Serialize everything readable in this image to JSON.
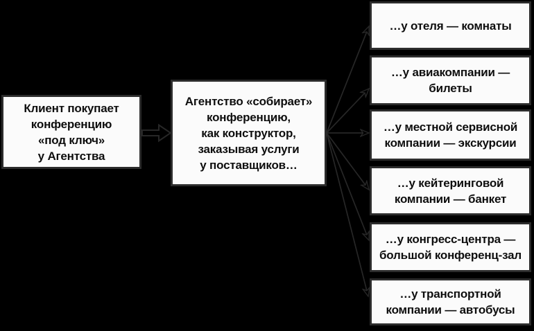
{
  "colors": {
    "bg": "#000000",
    "box-fill": "#fbfbfb",
    "box-border": "#2c2c2c",
    "arrow": "#272727",
    "text": "#0e0e0e"
  },
  "diagram": {
    "type": "flowchart",
    "description": "Conference agency aggregating supplier services",
    "client_box": {
      "text": "Клиент покупает\nконференцию\n«под ключ»\nу Агентства"
    },
    "agency_box": {
      "text": "Агентство «собирает»\nконференцию,\nкак конструктор,\nзаказывая услуги\nу поставщиков…"
    },
    "suppliers": [
      {
        "id": "hotel",
        "text": "…у отеля — комнаты"
      },
      {
        "id": "airline",
        "text": "…у авиакомпании —\nбилеты"
      },
      {
        "id": "local-service",
        "text": "…у местной сервисной\nкомпании — экскурсии"
      },
      {
        "id": "catering",
        "text": "…у кейтеринговой\nкомпании — банкет"
      },
      {
        "id": "congress-center",
        "text": "…у конгресс-центра —\nбольшой конференц-зал"
      },
      {
        "id": "transport",
        "text": "…у транспортной\nкомпании — автобусы"
      }
    ],
    "arrows": [
      {
        "from": "client",
        "to": "agency"
      },
      {
        "from": "agency",
        "to": "hotel"
      },
      {
        "from": "agency",
        "to": "airline"
      },
      {
        "from": "agency",
        "to": "local-service"
      },
      {
        "from": "agency",
        "to": "catering"
      },
      {
        "from": "agency",
        "to": "congress-center"
      },
      {
        "from": "agency",
        "to": "transport"
      }
    ]
  }
}
